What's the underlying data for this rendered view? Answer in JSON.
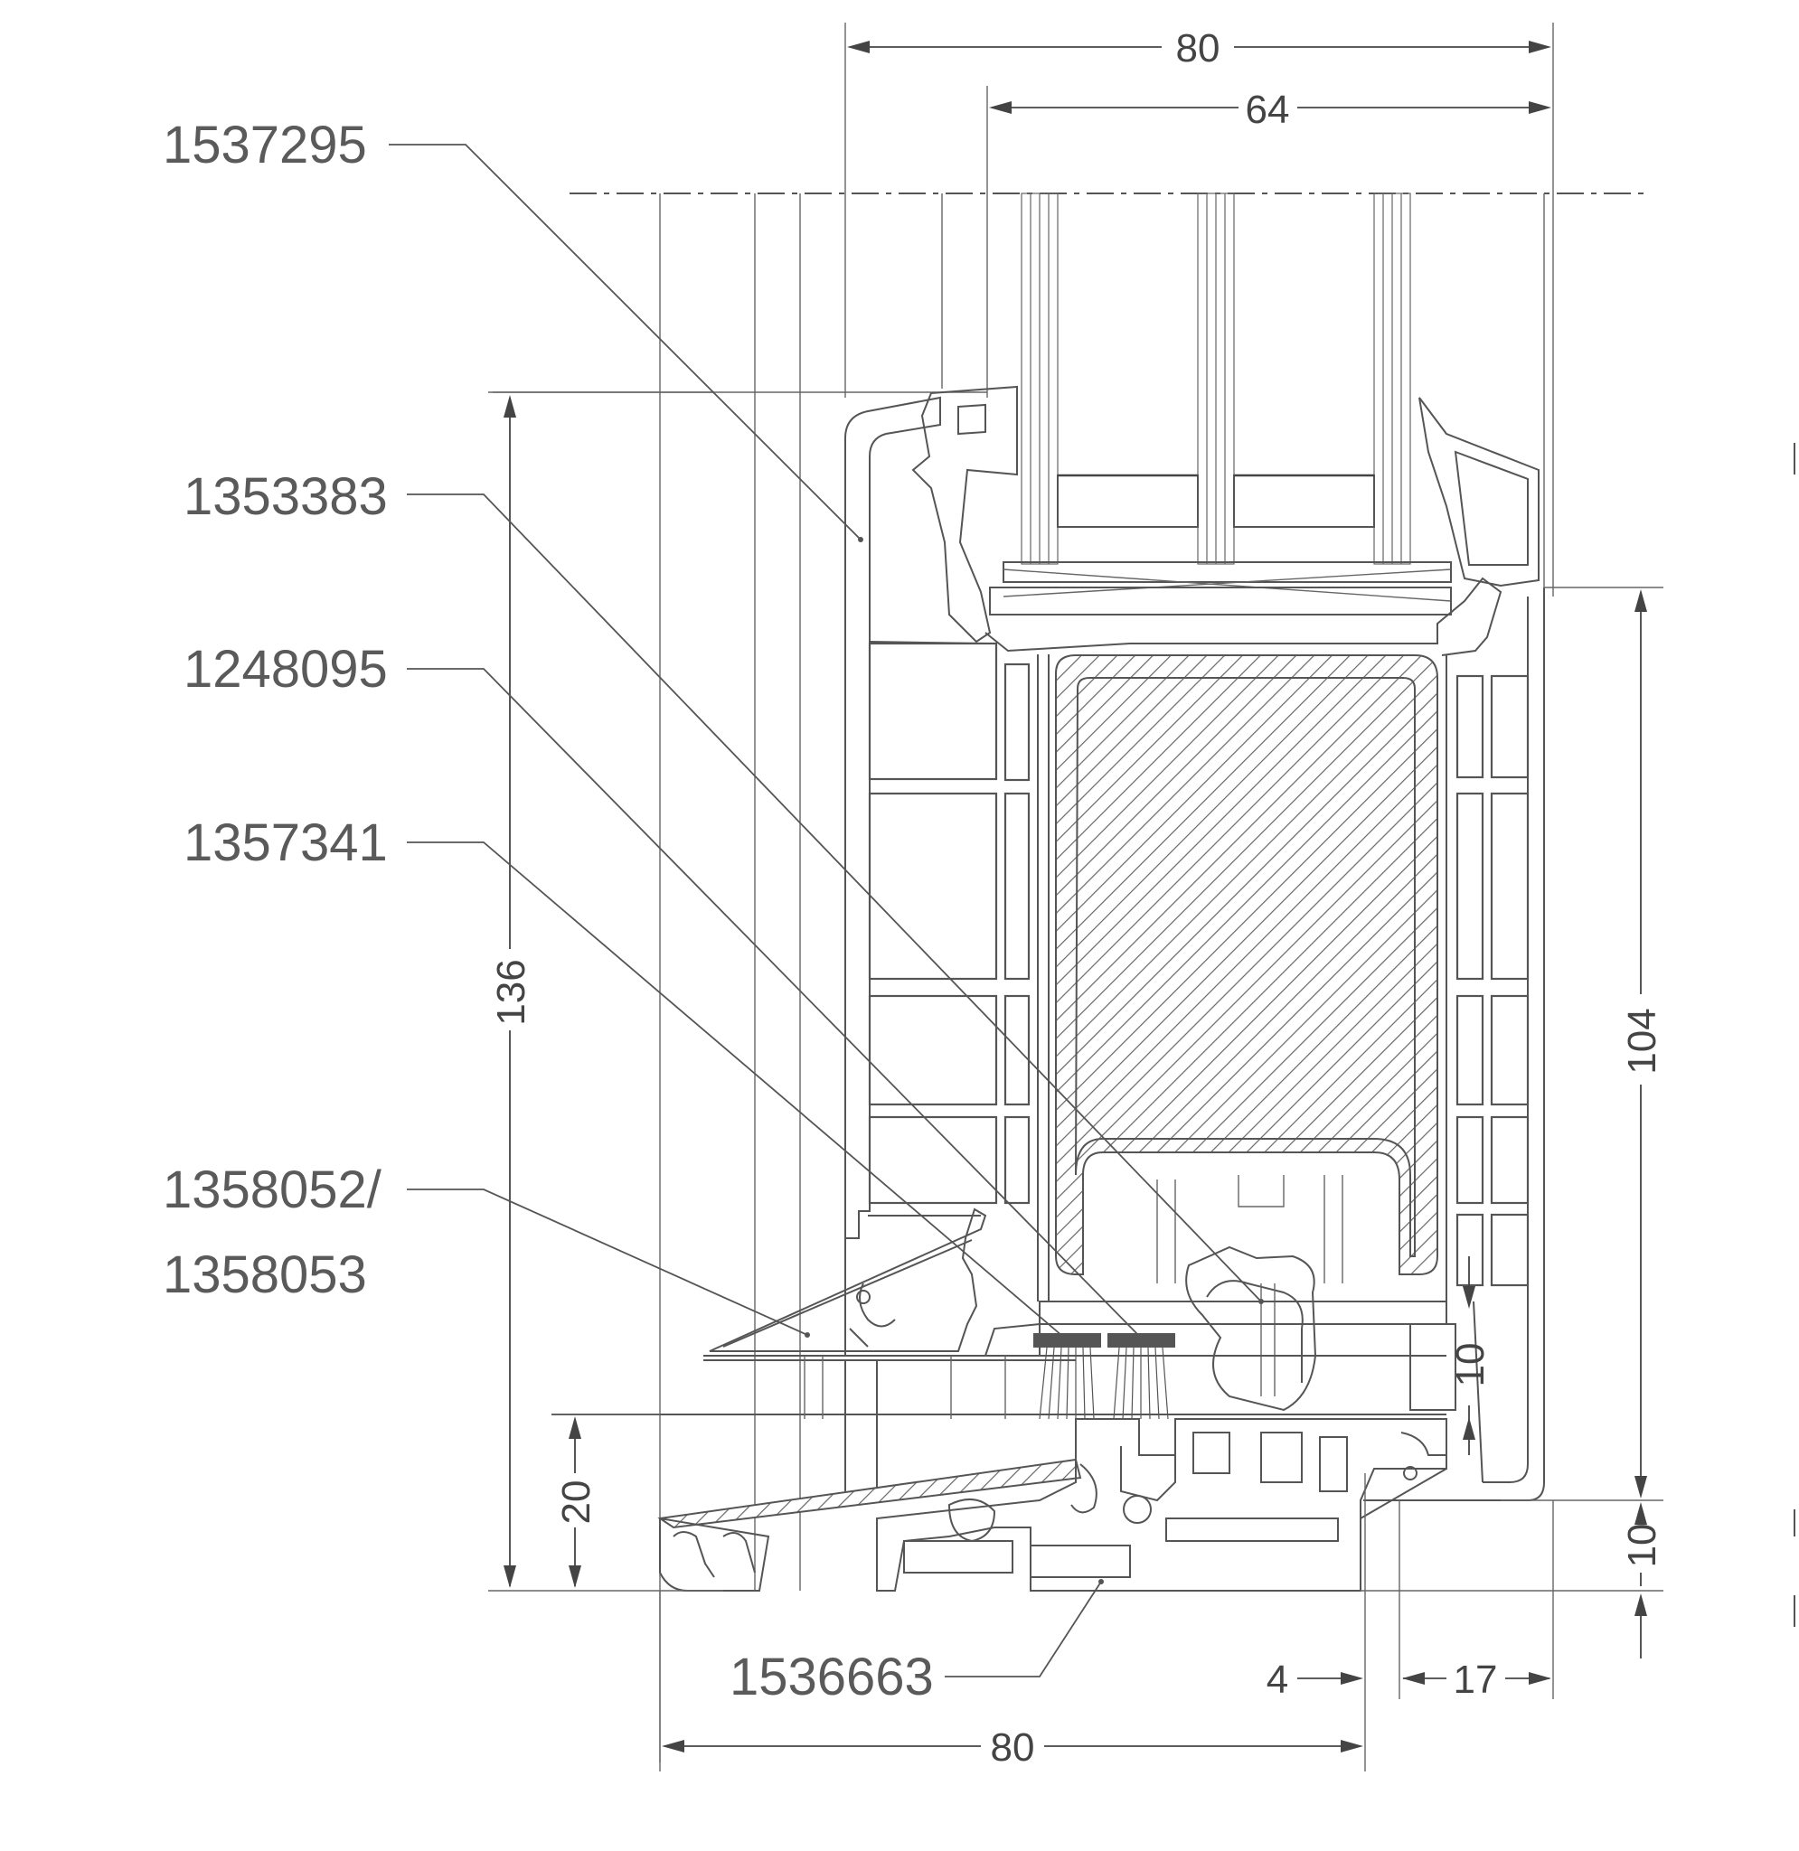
{
  "dimensions": {
    "top_width": "80",
    "glass_width": "64",
    "total_height": "136",
    "sash_height": "104",
    "threshold_height": "20",
    "drip_gap": "10",
    "bottom_gap": "10",
    "bottom_width": "80",
    "offset_small": "4",
    "offset_right": "17"
  },
  "part_numbers": {
    "part_1537295": "1537295",
    "part_1353383": "1353383",
    "part_1248095": "1248095",
    "part_1357341": "1357341",
    "part_1358052": "1358052/",
    "part_1358053": "1358053",
    "part_1536663": "1536663"
  }
}
